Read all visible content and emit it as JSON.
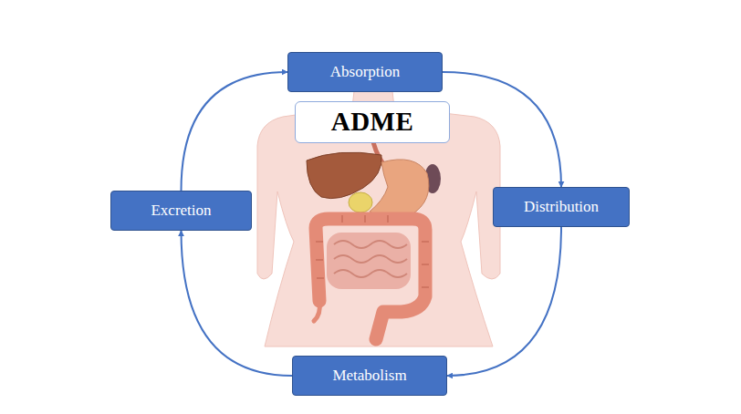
{
  "diagram": {
    "nodes": [
      {
        "text": [
          "Absorption"
        ]
      },
      {
        "text": [
          "ADME"
        ]
      },
      {
        "text": [
          "Distribution"
        ]
      },
      {
        "text": [
          "Excretion"
        ]
      },
      {
        "text": [
          "Metabolism"
        ]
      }
    ],
    "edges": [
      {
        "from": 0,
        "to": 2,
        "arrow": "to"
      },
      {
        "from": 2,
        "to": 4,
        "arrow": "to"
      },
      {
        "from": 4,
        "to": 3,
        "arrow": "to"
      },
      {
        "from": 3,
        "to": 0,
        "arrow": "to"
      }
    ]
  }
}
